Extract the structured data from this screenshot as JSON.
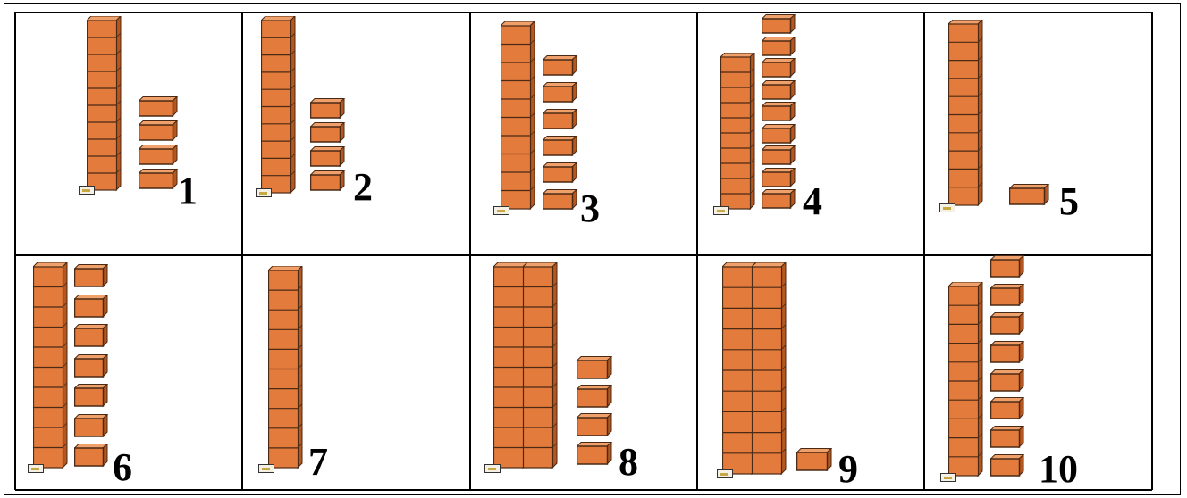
{
  "worksheet": {
    "colors": {
      "block_face": "#E37B3C",
      "block_side": "#B5571F",
      "block_top": "#F0A06A",
      "block_outline": "#4a2a14",
      "grid_line": "#000000"
    },
    "cells": [
      {
        "number": "1",
        "rods": 1,
        "cubes": 4
      },
      {
        "number": "2",
        "rods": 1,
        "cubes": 4
      },
      {
        "number": "3",
        "rods": 1,
        "cubes": 6
      },
      {
        "number": "4",
        "rods": 1,
        "cubes": 9
      },
      {
        "number": "5",
        "rods": 1,
        "cubes": 1
      },
      {
        "number": "6",
        "rods": 1,
        "cubes": 7
      },
      {
        "number": "7",
        "rods": 1,
        "cubes": 0
      },
      {
        "number": "8",
        "rods": 2,
        "cubes": 4
      },
      {
        "number": "9",
        "rods": 2,
        "cubes": 1
      },
      {
        "number": "10",
        "rods": 1,
        "cubes": 8
      }
    ]
  }
}
